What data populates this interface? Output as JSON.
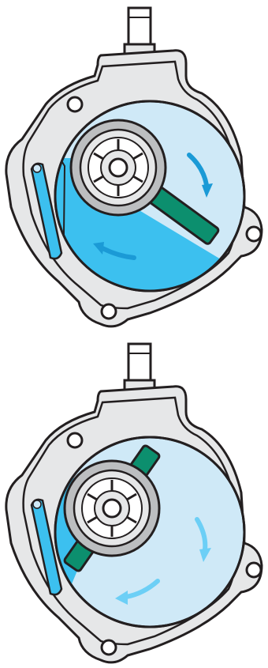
{
  "colors": {
    "outline": "#231f20",
    "housing_fill": "#e6e7e8",
    "chamber_light": "#cfe9f7",
    "chamber_dark": "#3cc0ef",
    "flow_arrow_dark": "#1b9ad6",
    "flow_arrow_light": "#6ccff6",
    "vane_green": "#0c8f6e",
    "rotor_gray": "#bcbec0",
    "inlet_tube_blue": "#3cc0ef"
  },
  "panels": [
    {
      "id": "pump-state-1",
      "vane_angle_deg": 36,
      "fluid_level": "high",
      "flow_direction": "clockwise"
    },
    {
      "id": "pump-state-2",
      "vane_angle_deg": -55,
      "fluid_level": "low",
      "flow_direction": "clockwise"
    }
  ]
}
